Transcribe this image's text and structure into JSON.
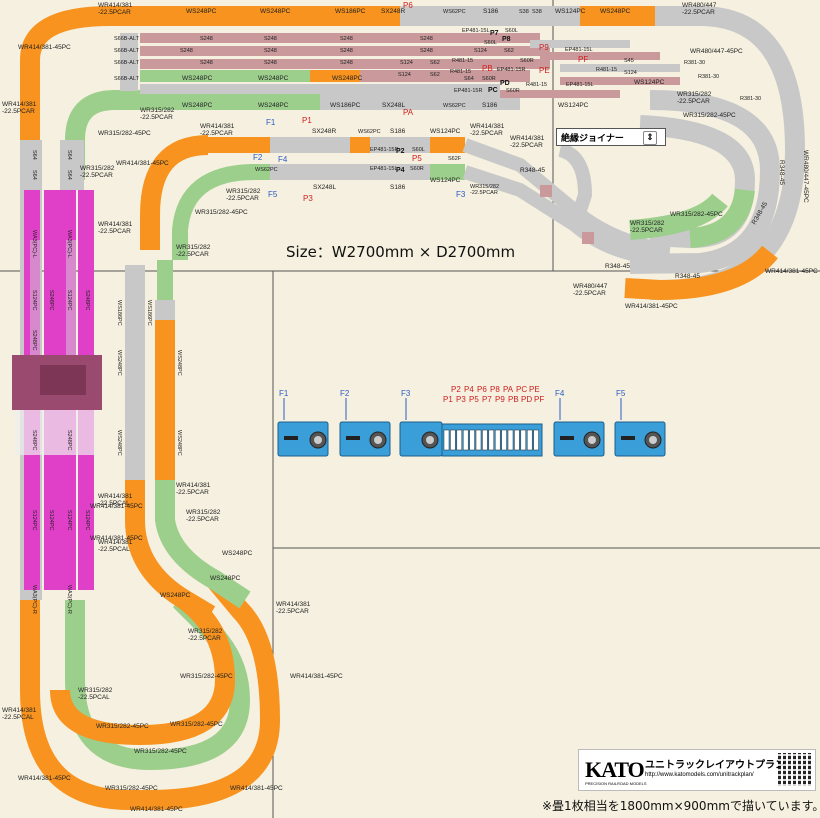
{
  "size_label": "Size：W2700mm × D2700mm",
  "joiner_label": "絶縁ジョイナー",
  "joiner_icon": "insulated-joiner-icon",
  "note": "※畳1枚相当を1800mm×900mmで描いています。",
  "brand": {
    "logo": "KATO",
    "logo_sub": "PRECISION RAILROAD MODELS",
    "title": "ユニトラックレイアウトプラン",
    "url": "http://www.katomodels.com/unitrackplan/"
  },
  "colors": {
    "orange": "#f7931e",
    "green": "#9ccf8c",
    "gray": "#c8c8c8",
    "rose": "#c9999b",
    "magenta": "#e040c8",
    "feeder_label": "#2a5cc8",
    "point_label": "#d02020"
  },
  "feeder_labels": [
    "F1",
    "F2",
    "F3",
    "F4",
    "F5"
  ],
  "point_labels": [
    "P1",
    "P2",
    "P3",
    "P4",
    "P5",
    "P6",
    "P7",
    "P8",
    "P9",
    "PA",
    "PB",
    "PC",
    "PD",
    "PE",
    "PF"
  ],
  "controller_labels": {
    "f1": "F1",
    "f2": "F2",
    "f3": "F3",
    "f4": "F4",
    "f5": "F5",
    "top": [
      "P2",
      "P4",
      "P6",
      "P8",
      "PA",
      "PC",
      "PE"
    ],
    "bottom": [
      "P1",
      "P3",
      "P5",
      "P7",
      "P9",
      "PB",
      "PD",
      "PF"
    ]
  },
  "track": {
    "top": [
      "WR414/381",
      "-22.5PCAR",
      "WS248PC",
      "WS248PC",
      "WS186PC",
      "SX248R",
      "P6",
      "WS62PC",
      "S186",
      "S38",
      "S38",
      "WS124PC",
      "WS248PC",
      "WR480/447",
      "-22.5PCAR"
    ],
    "yard": [
      "S66B-ALT",
      "S248",
      "S248",
      "S248",
      "S248",
      "S66B-ALT",
      "S248",
      "S248",
      "S248",
      "S248",
      "S124",
      "S62",
      "EP481-15L",
      "S60L",
      "P9",
      "S66B-ALT",
      "S248",
      "S248",
      "S248",
      "S124",
      "S62",
      "R481-15",
      "S60L",
      "EP481-15R",
      "PB",
      "P7",
      "P8",
      "S66B-ALT",
      "WS248PC",
      "WS248PC",
      "WS248PC",
      "S124",
      "S62",
      "R481-15",
      "S64",
      "S60R",
      "PE",
      "PD",
      "PC",
      "EP481-15R",
      "S60R",
      "S60R",
      "R481-15",
      "EP481-15L",
      "R481-15",
      "EP481-15L",
      "PF",
      "S45",
      "S124",
      "WS124PC",
      "R381-30",
      "R381-30",
      "R381-30"
    ],
    "inner": [
      "WR315/282",
      "-22.5PCAR",
      "WS248PC",
      "WS248PC",
      "WS186PC",
      "SX248L",
      "PA",
      "WS62PC",
      "S186",
      "WS124PC",
      "WR414/381",
      "-22.5PCAR",
      "WR414/381",
      "-22.5PCAR",
      "P1",
      "SX248R",
      "S186",
      "WS62PC",
      "WS124PC",
      "EP481-15R",
      "S60L",
      "P2",
      "F2",
      "F4",
      "WS62PC",
      "S60R",
      "EP481-15L",
      "S62F",
      "P4",
      "P5",
      "F1",
      "F3",
      "F5",
      "P3",
      "SX248L",
      "S186",
      "WS124PC",
      "WR414/381",
      "-22.5PCAR",
      "WR315/282",
      "-22.5PCAR",
      "WR315/282-45PC",
      "WR315/282",
      "-22.5PCAR",
      "R348-45",
      "R348-45",
      "R348-45"
    ],
    "right": [
      "WR480/447-45PC",
      "WR480/447-45PC",
      "WR315/282",
      "-22.5PCAR",
      "WR315/282-45PC",
      "WR315/282-45PC",
      "WR315/282",
      "-22.5PCAR",
      "WR414/381-45PC",
      "WR414/381-45PC",
      "WR480/447",
      "-22.5PCAR",
      "R348-45",
      "R348-45"
    ],
    "left": [
      "WR414/381-45PC",
      "WR414/381",
      "-22.5PCAR",
      "WR315/282-45PC",
      "WR315/282",
      "-22.5PCAR",
      "WR414/381-45PC",
      "S64",
      "S64",
      "S64",
      "S64",
      "WA3(PC)-L",
      "WA3(PC)-L",
      "S124PC",
      "S124PC",
      "S248PC",
      "S248PC",
      "S248PC",
      "S248PC",
      "S248PC",
      "S124PC",
      "S124PC",
      "S124PC",
      "S124PC",
      "WA3(PC)-R",
      "WA3(PC)-R",
      "WR414/381",
      "-22.5PCAL",
      "WR414/381",
      "-22.5PCAL",
      "WR414/381-45PC",
      "WR414/381-45PC"
    ],
    "center": [
      "WR414/381",
      "-22.5PCAR",
      "WS186PC",
      "WS186PC",
      "WS248PC",
      "WS248PC",
      "WS248PC",
      "WS248PC",
      "WR414/381",
      "-22.5PCAL",
      "WR315/282",
      "-22.5PCAR",
      "WR414/381",
      "-22.5PCAR",
      "WR315/282",
      "-22.5PCAR",
      "WS248PC",
      "WS248PC",
      "WS248PC",
      "WR414/381",
      "-22.5PCAR",
      "WR315/282",
      "-22.5PCAR",
      "WR315/282-45PC",
      "WR315/282-45PC",
      "WR414/381-45PC",
      "WR315/282",
      "-22.5PCAL",
      "WR315/282-45PC",
      "WR315/282-45PC",
      "WR315/282-45PC",
      "WR414/381-45PC",
      "WR414/381-45PC",
      "WR414/381-45PC"
    ]
  }
}
